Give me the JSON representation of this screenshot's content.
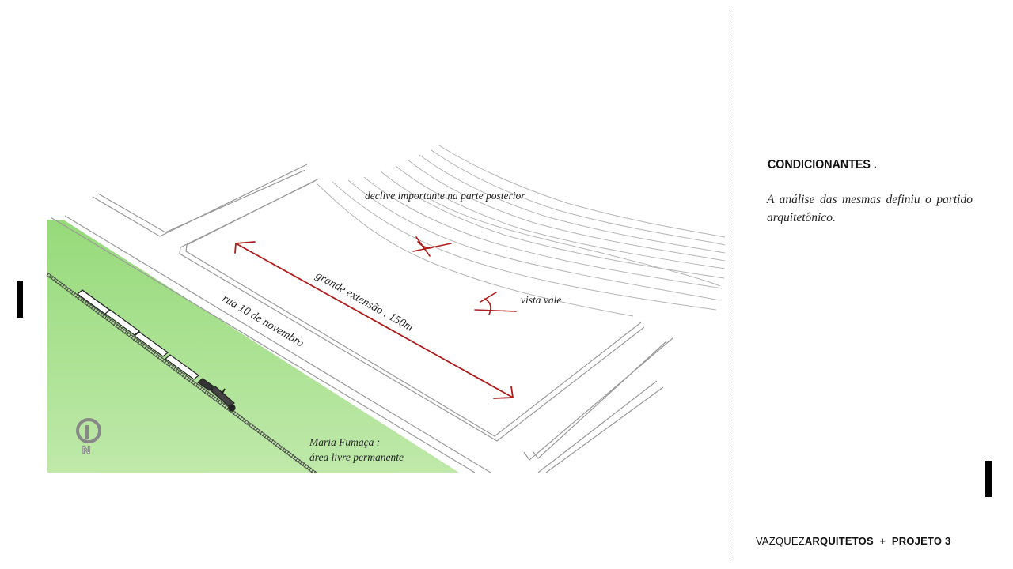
{
  "diagram": {
    "labels": {
      "slope": "declive importante na parte posterior",
      "extension": "grande extensão . 150m",
      "street": "rua 10 de novembro",
      "view": "vista vale",
      "train_line1": "Maria Fumaça :",
      "train_line2": "área livre permanente",
      "north": "N"
    },
    "colors": {
      "green_band": "#9ddc82",
      "red_annotation": "#b01c1c",
      "street_lines": "#9a9a9a"
    },
    "icons": [
      "north-arrow-icon",
      "train-icon",
      "eye-icon"
    ]
  },
  "panel": {
    "title": "CONDICIONANTES .",
    "body": "A análise das mesmas definiu o partido arquitetônico."
  },
  "footer": {
    "brand_regular": "VAZQUEZ",
    "brand_bold": "ARQUITETOS",
    "separator": "+",
    "project": "PROJETO 3"
  }
}
